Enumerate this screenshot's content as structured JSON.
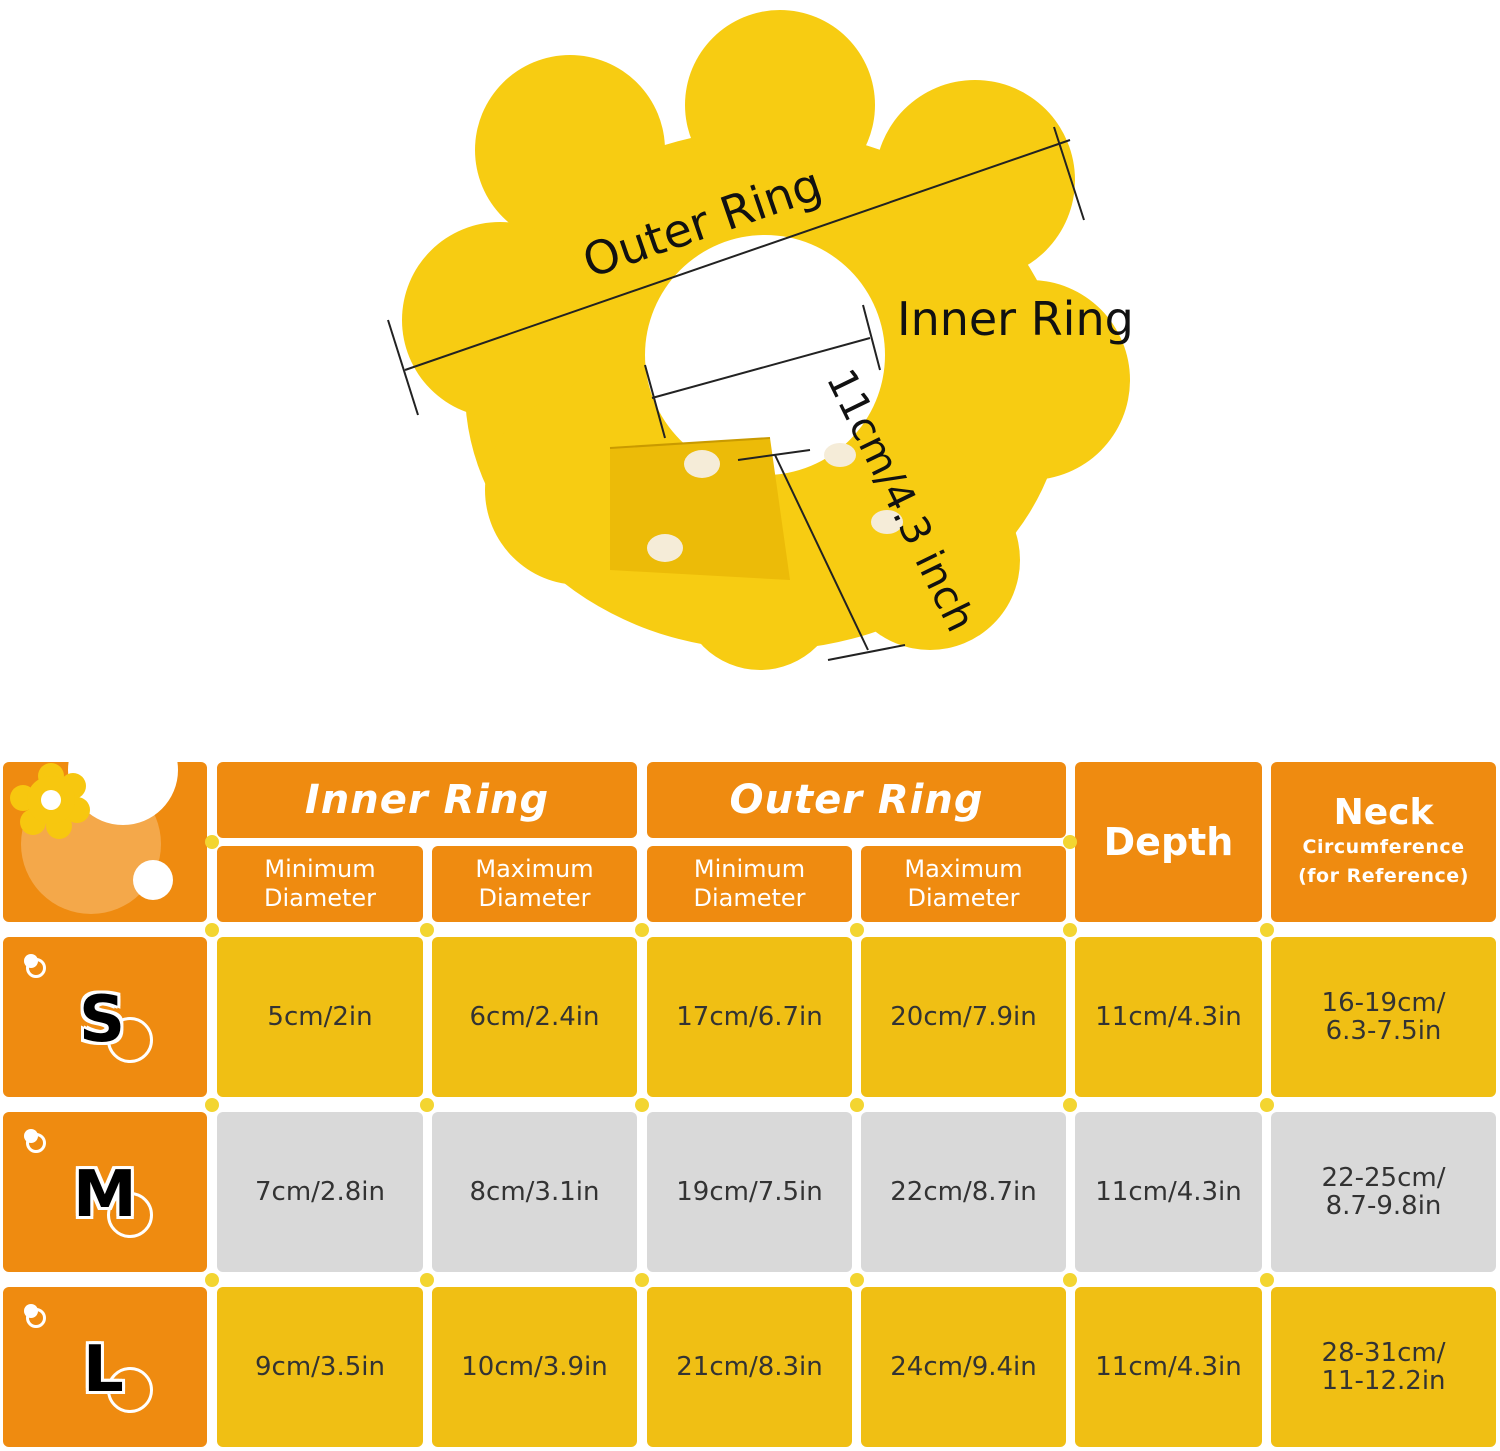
{
  "illustration": {
    "outer_ring_label": "Outer Ring",
    "inner_ring_label": "Inner Ring",
    "depth_label": "11cm/4.3 inch",
    "collar_color": "#f7cc12"
  },
  "table": {
    "headers": {
      "inner_ring": "Inner Ring",
      "outer_ring": "Outer Ring",
      "depth": "Depth",
      "neck": "Neck",
      "neck_sub": "Circumference\n(for Reference)",
      "min_diameter": "Minimum\nDiameter",
      "max_diameter": "Maximum\nDiameter"
    },
    "rows": [
      {
        "size": "S",
        "inner_min": "5cm/2in",
        "inner_max": "6cm/2.4in",
        "outer_min": "17cm/6.7in",
        "outer_max": "20cm/7.9in",
        "depth": "11cm/4.3in",
        "neck": "16-19cm/\n6.3-7.5in"
      },
      {
        "size": "M",
        "inner_min": "7cm/2.8in",
        "inner_max": "8cm/3.1in",
        "outer_min": "19cm/7.5in",
        "outer_max": "22cm/8.7in",
        "depth": "11cm/4.3in",
        "neck": "22-25cm/\n8.7-9.8in"
      },
      {
        "size": "L",
        "inner_min": "9cm/3.5in",
        "inner_max": "10cm/3.9in",
        "outer_min": "21cm/8.3in",
        "outer_max": "24cm/9.4in",
        "depth": "11cm/4.3in",
        "neck": "28-31cm/\n11-12.2in"
      }
    ],
    "colors": {
      "orange": "#ef8b10",
      "yellow": "#f0bf14",
      "gray": "#d9d9d9"
    }
  }
}
